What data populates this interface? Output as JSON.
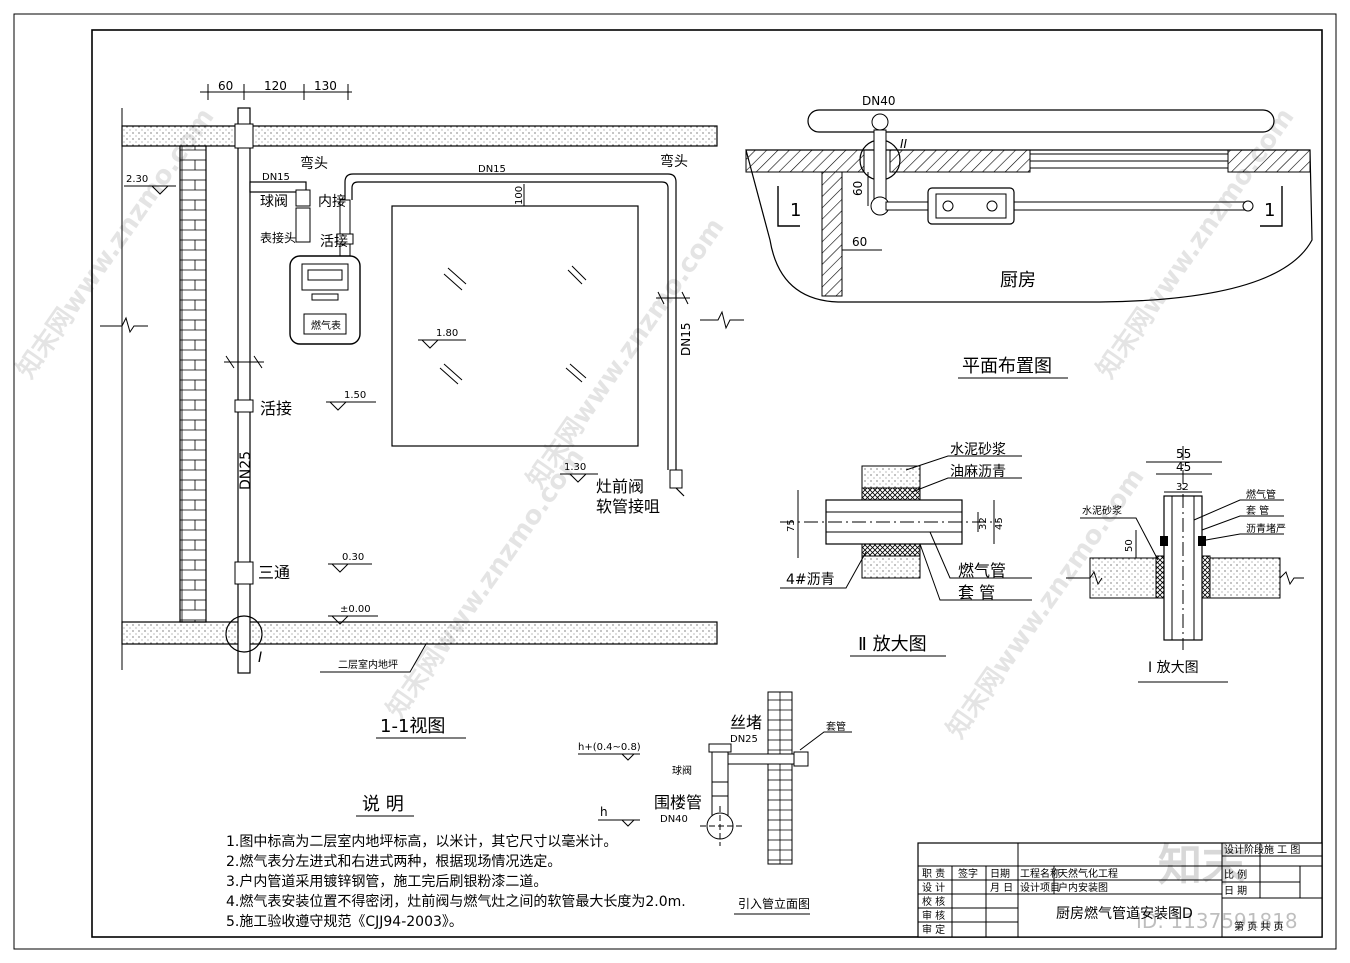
{
  "dims_top": [
    "60",
    "120",
    "130"
  ],
  "elev_230": "2.30",
  "elev_180": "1.80",
  "elev_150": "1.50",
  "elev_130": "1.30",
  "elev_030": "0.30",
  "elev_000": "±0.00",
  "pipe_dn15_h": "DN15",
  "pipe_dn15_short": "DN15",
  "pipe_dn15_v": "DN15",
  "pipe_dn25": "DN25",
  "dim_100": "100",
  "lbl_wantou_1": "弯头",
  "lbl_wantou_2": "弯头",
  "lbl_qiufa": "球阀",
  "lbl_neijie": "内接",
  "lbl_biaojietou": "表接头",
  "lbl_huojie_1": "活接",
  "lbl_huojie_2": "活接",
  "lbl_meter": "燃气表",
  "lbl_santong": "三通",
  "lbl_zaoqianfa": "灶前阀",
  "lbl_ruanguan": "软管接咀",
  "lbl_floor": "二层室内地坪",
  "lbl_marker_I": "I",
  "view_title": "1-1视图",
  "plan_dn40": "DN40",
  "plan_60a": "60",
  "plan_60b": "60",
  "plan_sec1a": "1",
  "plan_sec1b": "1",
  "plan_mark2": "II",
  "plan_room": "厨房",
  "plan_title": "平面布置图",
  "d2_l1": "水泥砂浆",
  "d2_l2": "油麻沥青",
  "d2_l3": "燃气管",
  "d2_l4": "套 管",
  "d2_l5": "4#沥青",
  "d2_75": "75",
  "d2_32": "32",
  "d2_45": "45",
  "d2_title": "Ⅱ 放大图",
  "d1_55": "55",
  "d1_45": "45",
  "d1_32": "32",
  "d1_50": "50",
  "d1_l1": "燃气管",
  "d1_l2": "套 管",
  "d1_l3": "沥青堵严",
  "d1_l4": "水泥砂浆",
  "d1_title": "Ⅰ 放大图",
  "ent_sidu": "丝堵",
  "ent_dn25": "DN25",
  "ent_taoguan": "套管",
  "ent_h1": "h+(0.4~0.8)",
  "ent_qiufa": "球阀",
  "ent_weilou": "围楼管",
  "ent_dn40": "DN40",
  "ent_h": "h",
  "ent_title": "引入管立面图",
  "notes_title": "说 明",
  "notes": [
    "1.图中标高为二层室内地坪标高，以米计，其它尺寸以毫米计。",
    "2.燃气表分左进式和右进式两种，根据现场情况选定。",
    "3.户内管道采用镀锌钢管，施工完后刷银粉漆二道。",
    "4.燃气表安装位置不得密闭，灶前阀与燃气灶之间的软管最大长度为2.0m.",
    "5.施工验收遵守规范《CJJ94-2003》。"
  ],
  "tb_rows": [
    "职 责",
    "设 计",
    "校 核",
    "审 核",
    "审 定"
  ],
  "tb_qianzi": "签字",
  "tb_riqi": "日期",
  "tb_yueri": "月 日",
  "tb_gcmc": "工程名称",
  "tb_gcmc_v": "天然气化工程",
  "tb_sjxm": "设计项目",
  "tb_sjxm_v": "户内安装图",
  "tb_title": "厨房燃气管道安装图D",
  "tb_sjjd": "设计阶段",
  "tb_sgt": "施 工 图",
  "tb_bili": "比 例",
  "tb_rq": "日 期",
  "tb_ye": "第 页 共 页",
  "watermark_brand": "知末",
  "watermark_id": "ID: 1137591818",
  "watermark_url": "知末网www.znzmo.com"
}
